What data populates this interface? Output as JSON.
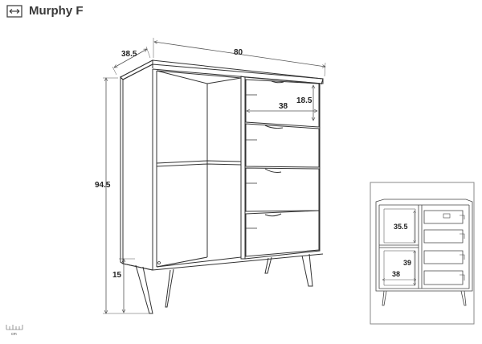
{
  "header": {
    "title": "Murphy F",
    "icon": "width-measure-icon"
  },
  "main_view": {
    "dimensions": {
      "depth": "38.5",
      "width": "80",
      "height": "94.5",
      "leg_height": "15",
      "drawer_width": "38",
      "drawer_height": "18.5"
    }
  },
  "inset_view": {
    "dimensions": {
      "shelf_height": "35.5",
      "lower_height": "39",
      "inner_width": "38"
    }
  },
  "scale_bar": {
    "unit": "cm"
  },
  "colors": {
    "line": "#333333",
    "dimension": "#555555",
    "frame": "#888888"
  }
}
